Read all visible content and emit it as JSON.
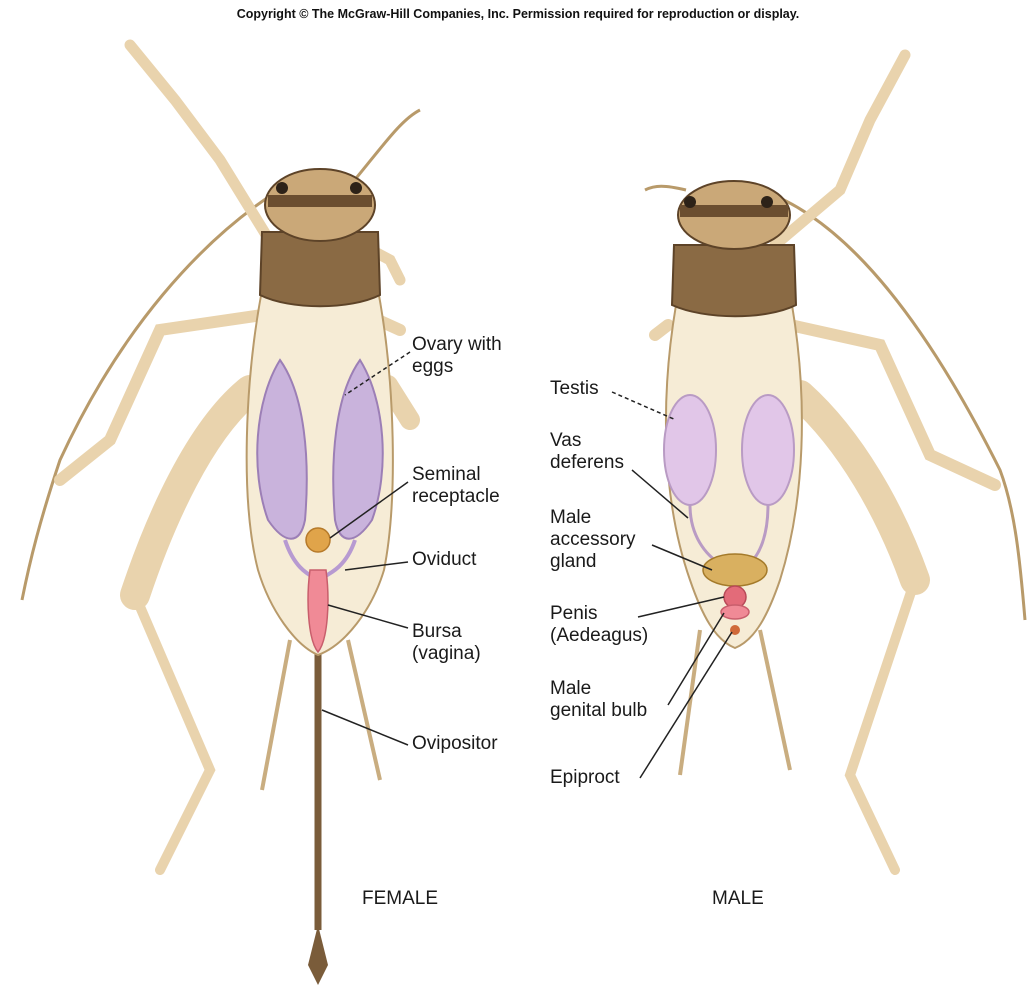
{
  "copyright": "Copyright © The McGraw-Hill Companies, Inc. Permission required for reproduction or display.",
  "female": {
    "caption": "FEMALE",
    "labels": {
      "ovary": [
        "Ovary with",
        "eggs"
      ],
      "seminal_receptacle": [
        "Seminal",
        "receptacle"
      ],
      "oviduct": [
        "Oviduct"
      ],
      "bursa": [
        "Bursa",
        "(vagina)"
      ],
      "ovipositor": [
        "Ovipositor"
      ]
    }
  },
  "male": {
    "caption": "MALE",
    "labels": {
      "testis": [
        "Testis"
      ],
      "vas_deferens": [
        "Vas",
        "deferens"
      ],
      "accessory_gland": [
        "Male",
        "accessory",
        "gland"
      ],
      "penis": [
        "Penis",
        "(Aedeagus)"
      ],
      "genital_bulb": [
        "Male",
        "genital bulb"
      ],
      "epiproct": [
        "Epiproct"
      ]
    }
  },
  "colors": {
    "body": "#f6ecd6",
    "body_outline": "#b89a6a",
    "head_dark": "#7a5c3a",
    "legs": "#e9d3ad",
    "ovary": "#c9b3dc",
    "testis": "#e1c6e8",
    "bursa": "#f08a96",
    "receptacle": "#e0a44a",
    "leader": "#222222"
  }
}
